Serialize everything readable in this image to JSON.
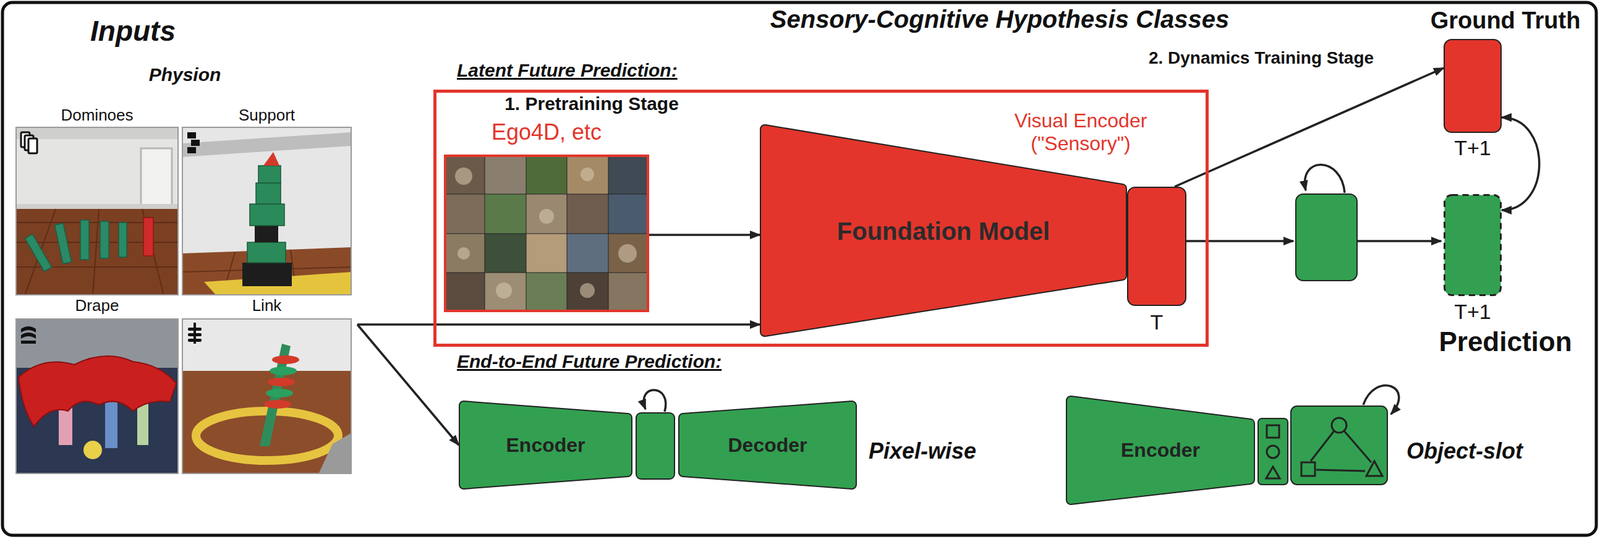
{
  "diagram": {
    "nodes": [
      {
        "text": [
          "Physion"
        ]
      },
      {
        "text": [
          "Dominoes"
        ],
        "in": 0
      },
      {
        "text": [
          "Support"
        ],
        "in": 0
      },
      {
        "text": [
          "Drape"
        ],
        "in": 0
      },
      {
        "text": [
          "Link"
        ],
        "in": 0
      },
      {
        "text": [
          "1. Pretraining Stage"
        ]
      },
      {
        "text": [
          "Ego4D, etc"
        ],
        "in": 5
      },
      {
        "text": [
          "Foundation Model"
        ],
        "in": 5
      },
      {
        "text": [
          "T"
        ],
        "in": 5
      },
      {
        "text": [
          "Ground Truth",
          "T+1"
        ]
      },
      {
        "text": [
          "T+1",
          "Prediction"
        ]
      },
      {
        "text": [
          "Encoder"
        ]
      },
      {
        "text": [
          "Decoder"
        ]
      },
      {
        "text": [
          "Encoder"
        ]
      }
    ],
    "edges": [
      {
        "from": 0,
        "to": 7,
        "arrow": "to"
      },
      {
        "from": 6,
        "to": 7,
        "arrow": "to"
      },
      {
        "from": 8,
        "to": 9,
        "arrow": "to"
      },
      {
        "from": 9,
        "to": 10,
        "arrow": "both"
      },
      {
        "from": 0,
        "to": 11,
        "arrow": "to"
      }
    ],
    "labels": [
      "Inputs",
      "Sensory-Cognitive Hypothesis Classes",
      "Latent Future Prediction:",
      "2. Dynamics Training Stage",
      "Visual Encoder (\"Sensory\")",
      "End-to-End Future Prediction:",
      "Pixel-wise",
      "Object-slot"
    ]
  }
}
